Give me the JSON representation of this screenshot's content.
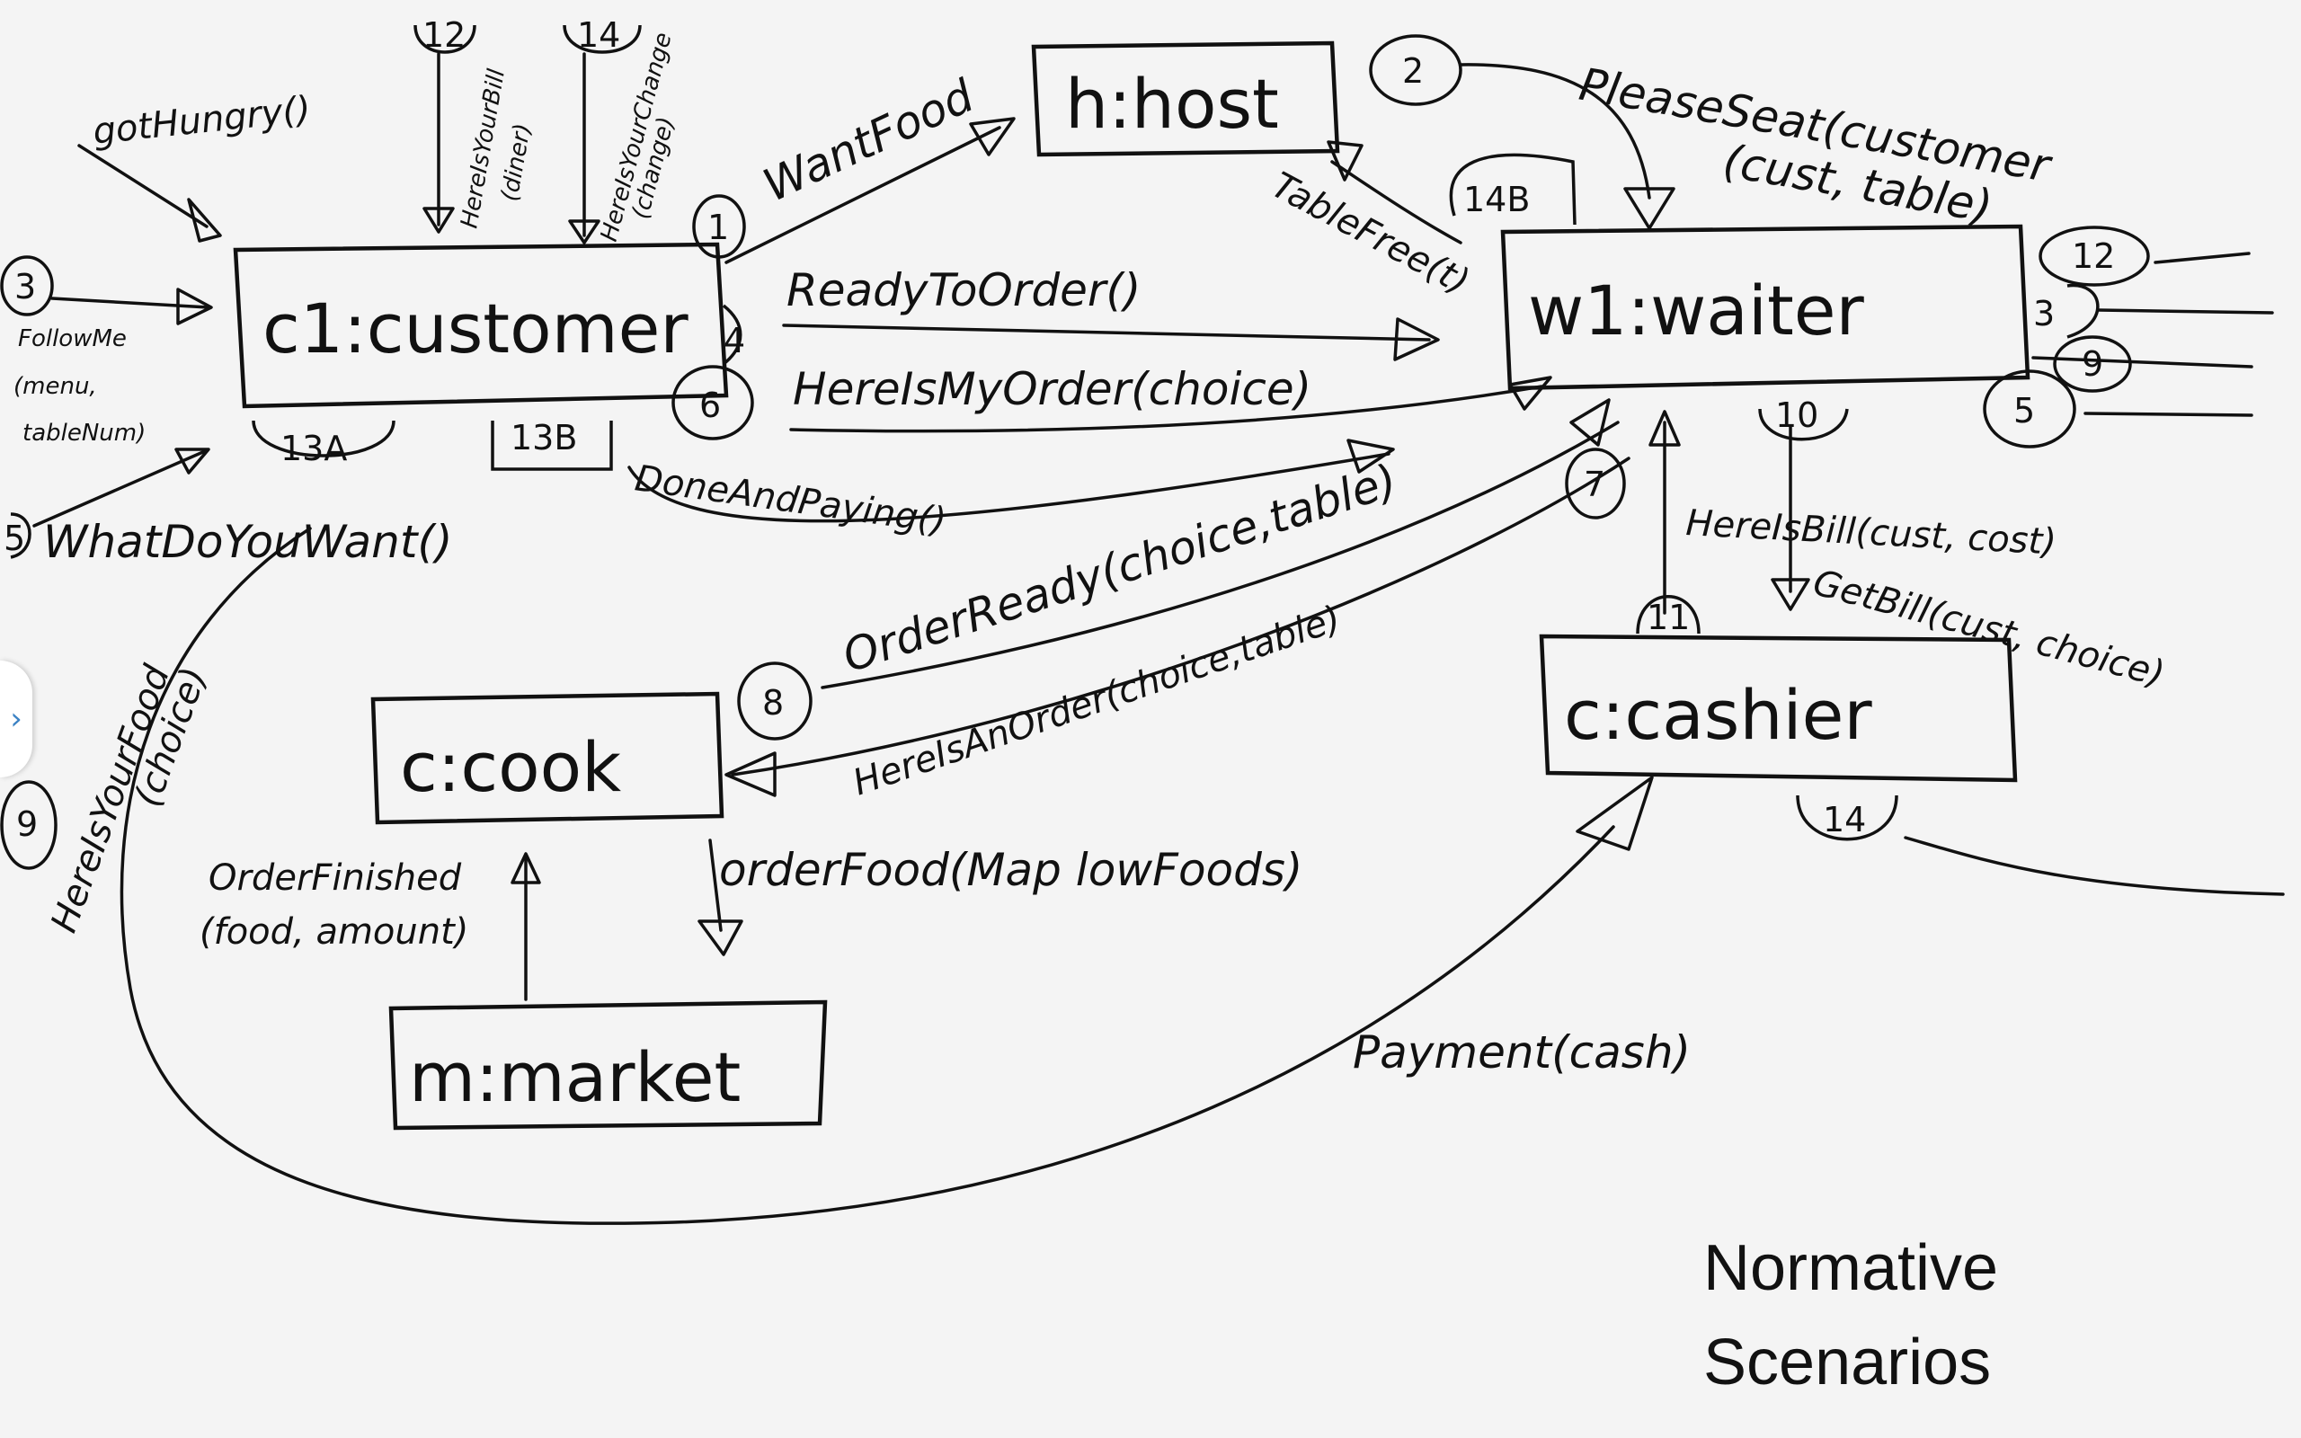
{
  "objects": {
    "customer": "c1:customer",
    "host": "h:host",
    "waiter": "w1:waiter",
    "cook": "c:cook",
    "cashier": "c:cashier",
    "market": "m:market"
  },
  "messages": {
    "got_hungry": "gotHungry()",
    "want_food": "WantFood",
    "please_seat": "PleaseSeat(customer",
    "please_seat_2": "(cust, table)",
    "table_free": "TableFree(t)",
    "follow_me": "FollowMe",
    "follow_me_2": "(menu,",
    "follow_me_3": "tableNum)",
    "ready_to_order": "ReadyToOrder()",
    "here_is_my_order": "HereIsMyOrder(choice)",
    "done_and_paying": "DoneAndPaying()",
    "what_do_you_want": "WhatDoYouWant()",
    "here_is_your_food": "HereIsYourFood",
    "here_is_your_food_2": "(choice)",
    "order_ready": "OrderReady(choice,table)",
    "here_is_an_order": "HereIsAnOrder(choice,table)",
    "here_is_bill": "HereIsBill(cust, cost)",
    "get_bill": "GetBill(cust, choice)",
    "order_finished": "OrderFinished",
    "order_finished_2": "(food, amount)",
    "order_food": "orderFood(Map lowFoods)",
    "payment": "Payment(cash)",
    "here_is_your_bill": "HereIsYourBill",
    "here_is_your_bill_2": "(diner)",
    "here_is_your_change": "HereIsYourChange",
    "here_is_your_change_2": "(change)"
  },
  "steps": {
    "s1": "1",
    "s2": "2",
    "s3": "3",
    "s3b": "3",
    "s4": "4",
    "s5": "5",
    "s5b": "5",
    "s6": "6",
    "s7": "7",
    "s8": "8",
    "s9": "9",
    "s9b": "9",
    "s10": "10",
    "s11": "11",
    "s12": "12",
    "s12b": "12",
    "s13a": "13A",
    "s13b": "13B",
    "s14": "14",
    "s14b": "14B",
    "s14c": "14"
  },
  "caption": {
    "line1": "Normative",
    "line2": "Scenarios"
  },
  "icons": {
    "side_handle": "chevron-right-icon"
  }
}
